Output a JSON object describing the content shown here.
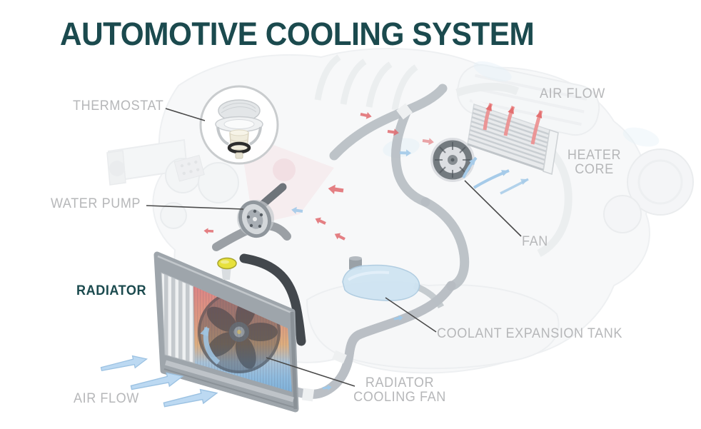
{
  "title": "AUTOMOTIVE COOLING SYSTEM",
  "labels": {
    "thermostat": "THERMOSTAT",
    "water_pump": "WATER PUMP",
    "radiator": "RADIATOR",
    "air_flow_left": "AIR FLOW",
    "radiator_cooling_fan_1": "RADIATOR",
    "radiator_cooling_fan_2": "COOLING FAN",
    "coolant_expansion_tank": "COOLANT EXPANSION TANK",
    "fan": "FAN",
    "heater_core_1": "HEATER",
    "heater_core_2": "CORE",
    "air_flow_right": "AIR FLOW"
  },
  "colors": {
    "title_teal": "#1b4a4e",
    "label_gray": "#b6b7b9",
    "leader_line": "#4a4a4a",
    "hot_flow_red": "#e06a6e",
    "cold_flow_blue": "#a6cbe9",
    "airflow_light_blue": "#bcd9f2",
    "radiator_hot_top": "#df8585",
    "radiator_warm_mid": "#dfae7e",
    "radiator_cold_bottom": "#7fb2da",
    "coolant_tank_blue": "#cfe4f2",
    "radiator_cap_yellow": "#e7e13c",
    "hose_gray": "#b6bcc2",
    "dark_hose": "#43484d"
  }
}
